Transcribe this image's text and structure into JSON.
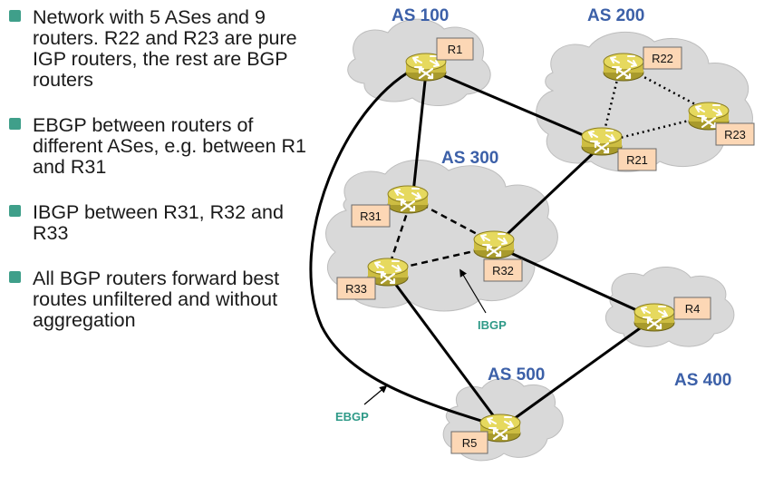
{
  "bullets": [
    "Network with 5 ASes and 9 routers. R22 and R23 are pure IGP routers, the rest are BGP routers",
    "EBGP between routers of different ASes, e.g. between R1 and R31",
    "IBGP between R31, R32 and R33",
    "All BGP routers forward best routes unfiltered and without aggregation"
  ],
  "as_labels": {
    "as100": "AS 100",
    "as200": "AS 200",
    "as300": "AS 300",
    "as400": "AS 400",
    "as500": "AS 500"
  },
  "routers": {
    "r1": "R1",
    "r21": "R21",
    "r22": "R22",
    "r23": "R23",
    "r31": "R31",
    "r32": "R32",
    "r33": "R33",
    "r4": "R4",
    "r5": "R5"
  },
  "annotations": {
    "ibgp": "IBGP",
    "ebgp": "EBGP"
  },
  "colors": {
    "as_label": "#3c60a8",
    "annotation": "#2f9a88",
    "router_body": "#d8c84a",
    "label_fill": "#fcd7b5",
    "cloud": "#d9d9d9",
    "bullet": "#3f9f8a"
  }
}
